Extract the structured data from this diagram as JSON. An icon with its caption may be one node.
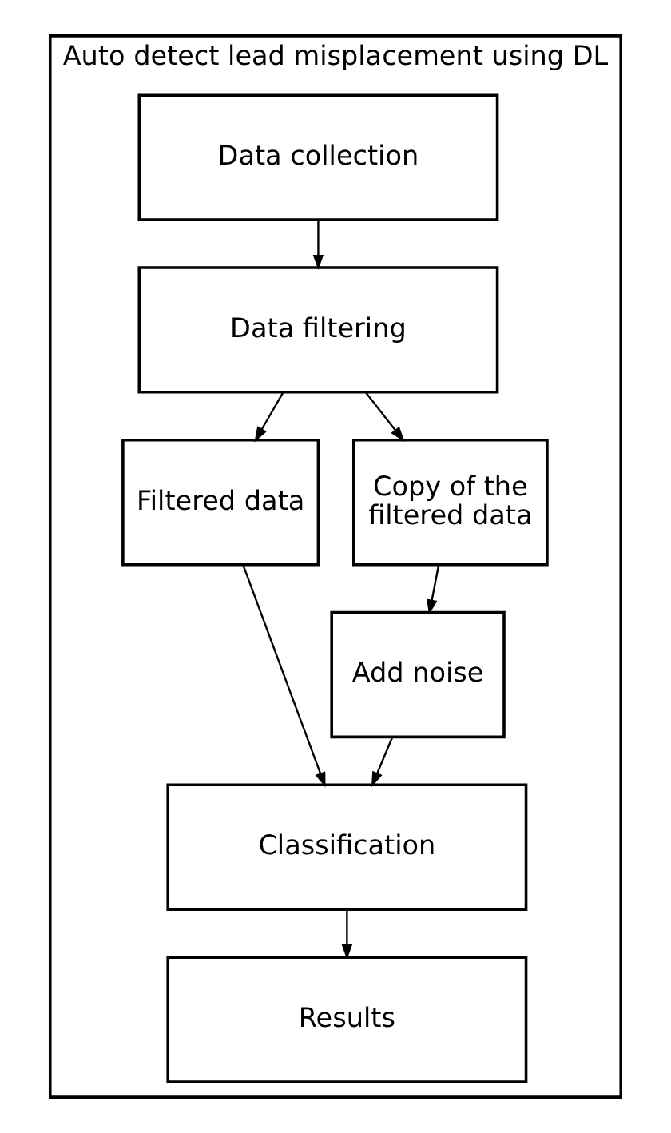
{
  "diagram": {
    "nodes": [
      {
        "text": [
          "Auto detect lead misplacement using DL"
        ]
      },
      {
        "text": [
          "Data collection"
        ],
        "in": 0
      },
      {
        "text": [
          "Data filtering"
        ],
        "in": 0
      },
      {
        "text": [
          "Filtered data"
        ],
        "in": 0
      },
      {
        "text": [
          "Copy of the filtered data"
        ],
        "in": 0
      },
      {
        "text": [
          "Add noise"
        ],
        "in": 0
      },
      {
        "text": [
          "Classification"
        ],
        "in": 0
      },
      {
        "text": [
          "Results"
        ],
        "in": 0
      }
    ],
    "edges": [
      {
        "from": 1,
        "to": 2,
        "arrow": "to"
      },
      {
        "from": 2,
        "to": 3,
        "arrow": "to"
      },
      {
        "from": 2,
        "to": 4,
        "arrow": "to"
      },
      {
        "from": 4,
        "to": 5,
        "arrow": "to"
      },
      {
        "from": 3,
        "to": 6,
        "arrow": "to"
      },
      {
        "from": 5,
        "to": 6,
        "arrow": "to"
      },
      {
        "from": 6,
        "to": 7,
        "arrow": "to"
      }
    ]
  }
}
